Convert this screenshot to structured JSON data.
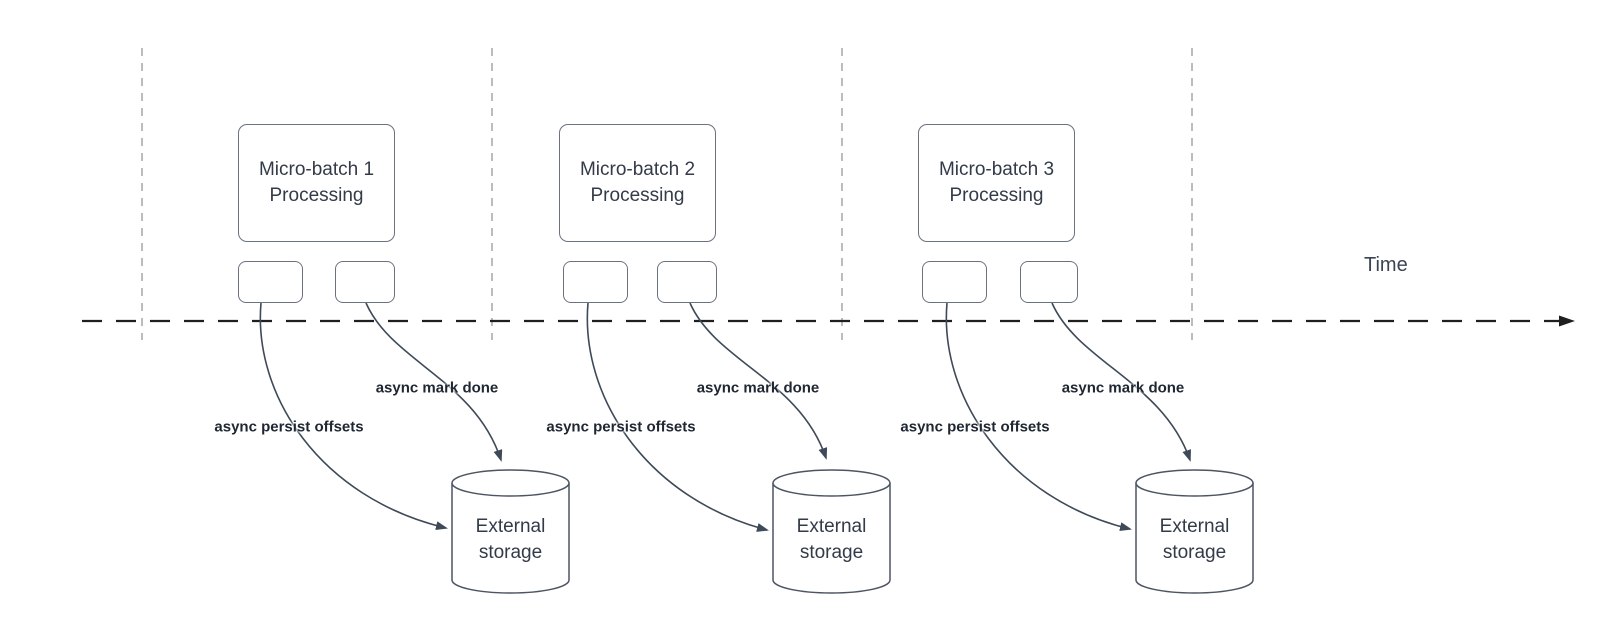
{
  "colors": {
    "node_border": "#6a7280",
    "node_text": "#333b49",
    "label_text": "#1f2733",
    "curve": "#3f4a59",
    "cylinder_border": "#4c5562",
    "timeline": "#1f1f1f",
    "guide_line": "#ababab"
  },
  "time_axis": {
    "label": "Time"
  },
  "batches": [
    {
      "title_line1": "Micro-batch 1",
      "title_line2": "Processing",
      "persist_label": "async persist offsets",
      "done_label": "async mark done",
      "storage_line1": "External",
      "storage_line2": "storage"
    },
    {
      "title_line1": "Micro-batch 2",
      "title_line2": "Processing",
      "persist_label": "async persist offsets",
      "done_label": "async mark done",
      "storage_line1": "External",
      "storage_line2": "storage"
    },
    {
      "title_line1": "Micro-batch 3",
      "title_line2": "Processing",
      "persist_label": "async persist offsets",
      "done_label": "async mark done",
      "storage_line1": "External",
      "storage_line2": "storage"
    }
  ]
}
